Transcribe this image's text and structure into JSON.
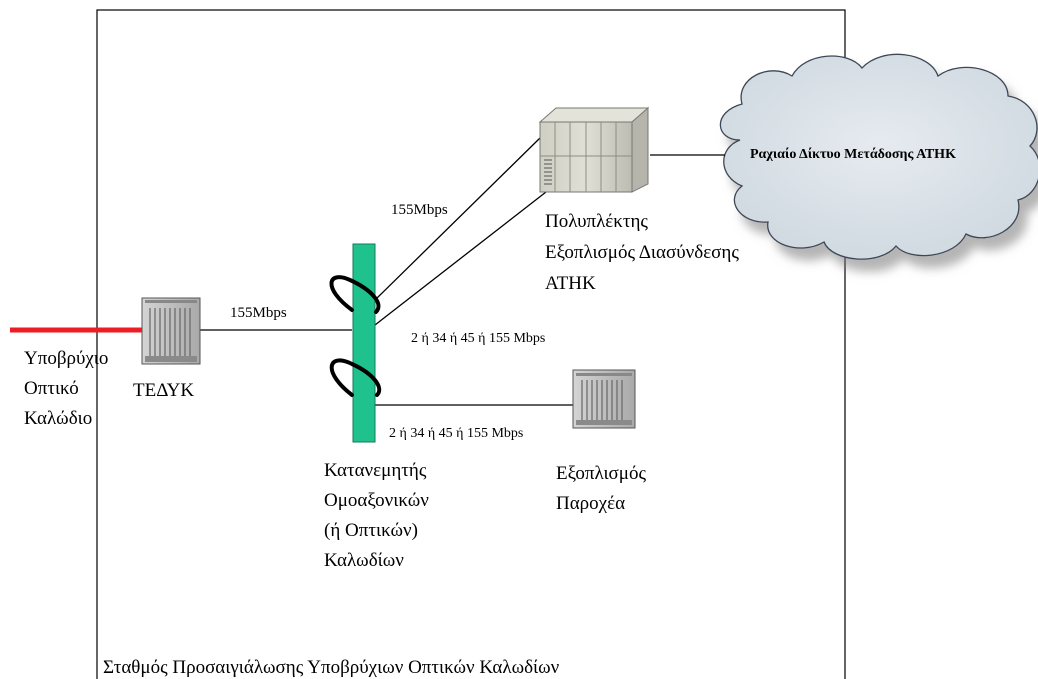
{
  "station": {
    "title": "Σταθμός   Προσαιγιάλωσης Υποβρύχιων Οπτικών Καλωδίων"
  },
  "cable": {
    "label_lines": [
      "Υποβρύχιο",
      "Οπτικό",
      "Καλώδιο"
    ],
    "color": "#ee1c25"
  },
  "tedyk": {
    "label": "ΤΕΔΥΚ"
  },
  "distributor": {
    "label_lines": [
      "Κατανεμητής",
      "Ομοαξονικών",
      "(ή Οπτικών)",
      "Καλωδίων"
    ],
    "color": "#1fc28c"
  },
  "multiplexer": {
    "label_lines": [
      "Πολυπλέκτης",
      "Εξοπλισμός Διασύνδεσης",
      "ΑΤΗΚ"
    ]
  },
  "provider_equipment": {
    "label_lines": [
      "Εξοπλισμός",
      "Παροχέα"
    ]
  },
  "network_cloud": {
    "label": "Ραχιαίο Δίκτυο Μετάδοσης ΑΤΗΚ",
    "fill_color": "#cfd8e0"
  },
  "links": {
    "tedyk_to_distributor": "155Mbps",
    "distributor_to_multiplexer": "155Mbps",
    "distributor_to_multiplexer_alt": "2 ή 34 ή 45  ή 155 Mbps",
    "distributor_to_provider": "2 ή 34 ή 45 ή 155 Mbps"
  }
}
